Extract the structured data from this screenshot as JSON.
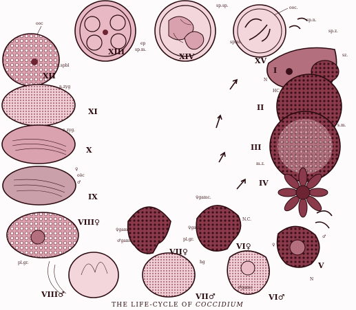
{
  "figure": {
    "title_prefix": "THE LIFE-CYCLE OF",
    "title_species": "COCCIDIUM"
  },
  "stages": {
    "I": "I",
    "II": "II",
    "III": "III",
    "IV": "IV",
    "V": "V",
    "VIf": "VI♀",
    "VIm": "VI♂",
    "VIIf": "VII♀",
    "VIIm": "VII♂",
    "VIIIf": "VIII♀",
    "VIIIm": "VIII♂",
    "IX": "IX",
    "X": "X",
    "XI": "XI",
    "XII": "XII",
    "XIII": "XIII",
    "XIV": "XIV",
    "XV": "XV"
  },
  "labels": {
    "ooc_top": "ooc.",
    "ooc_tl": "ooc",
    "n_spbl": "n.spbl",
    "sp_sp_top": "sp.sp.",
    "sp_m": "sp.m.",
    "sp_n": "sp.n.",
    "sp_z": "sp.z.",
    "ep": "ep",
    "sp_m_2": "sp.m.",
    "n_zyg_1": "n.zyg",
    "n_zyg_2": "n.zyg.",
    "ooc_ix": "oöc",
    "female": "♀",
    "male": "♂",
    "sz": "sz.",
    "N": "N",
    "HC": "HC",
    "sm": "s.m.",
    "mz": "m.z.",
    "f_gamc_top": "♀gamc.",
    "NC": "N.C.",
    "f_gamc_mid": "♀gamc",
    "m_gamc": "♂gamc",
    "m_gamc_bottom": "♂gamc",
    "pl_gr": "pl.gr.",
    "pl_gr_2": "pl.gr.",
    "N_bottom": "N",
    "hg": "hg"
  }
}
